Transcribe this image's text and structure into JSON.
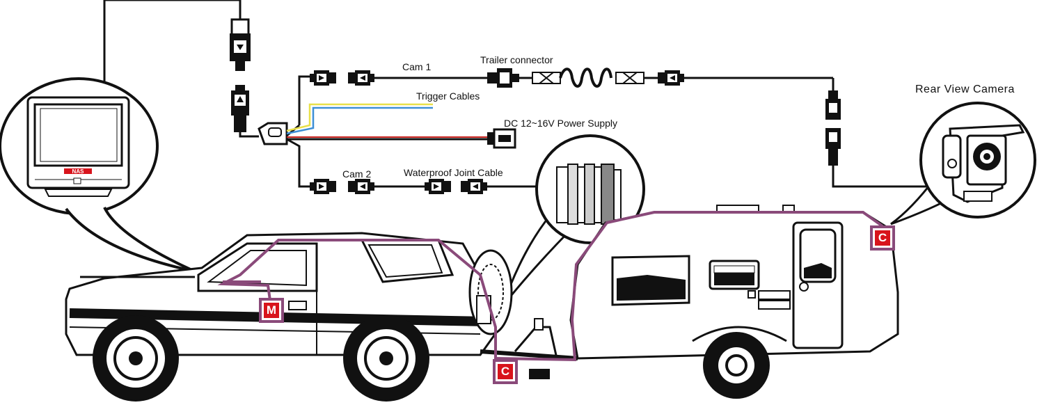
{
  "labels": {
    "cam1": "Cam 1",
    "trailer_connector": "Trailer connector",
    "trigger_cables": "Trigger Cables",
    "power_supply": "DC 12~16V Power Supply",
    "cam2": "Cam 2",
    "waterproof_joint": "Waterproof Joint Cable",
    "rear_view_camera": "Rear View Camera"
  },
  "monitor_brand": "NAS",
  "markers": {
    "monitor": "M",
    "camera_hitch": "C",
    "camera_rear": "C"
  },
  "colors": {
    "line": "#111111",
    "route": "#8a4a7a",
    "marker_fill": "#d8141c",
    "trigger_yellow": "#e8e04a",
    "trigger_blue": "#3d8fd6",
    "power_red": "#c8201c"
  }
}
